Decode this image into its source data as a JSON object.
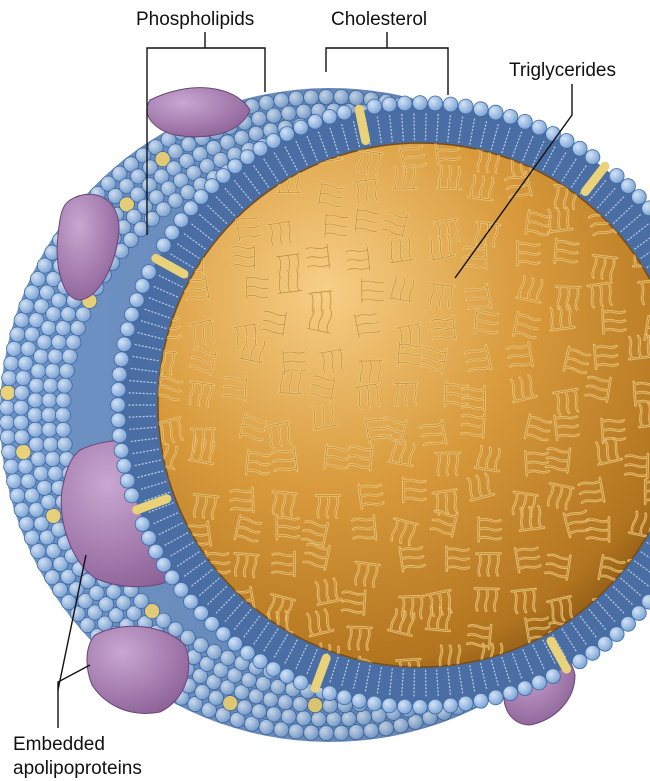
{
  "labels": {
    "phospholipids": "Phospholipids",
    "cholesterol": "Cholesterol",
    "triglycerides": "Triglycerides",
    "apolipoproteins_line1": "Embedded",
    "apolipoproteins_line2": "apolipoproteins"
  },
  "colors": {
    "phospholipid_head": "#8fb4e0",
    "phospholipid_head_outline": "#3d6aa6",
    "phospholipid_tail": "#2f4f80",
    "cholesterol": "#e9d27a",
    "apolipoprotein": "#a57fae",
    "triglyceride_core": "#c98a2c",
    "triglyceride_molecule": "#f0c574",
    "leader_line": "#111111"
  }
}
